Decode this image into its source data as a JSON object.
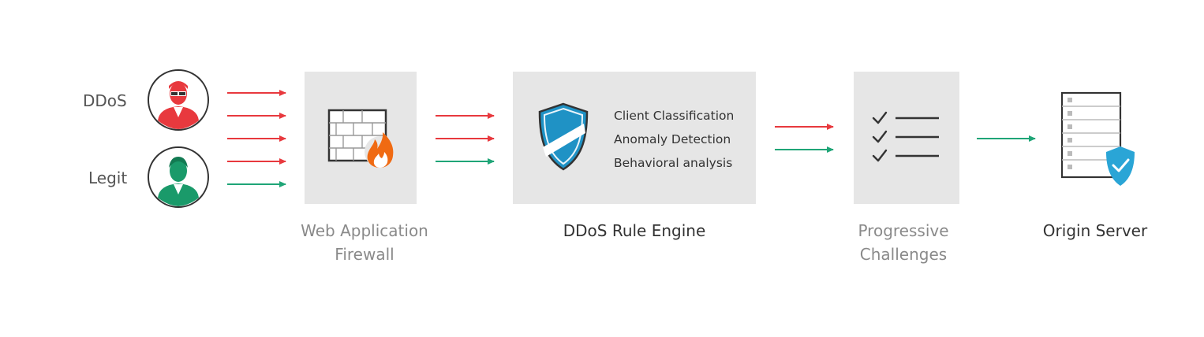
{
  "actors": [
    {
      "label": "DDoS",
      "color": "#e8393e"
    },
    {
      "label": "Legit",
      "color": "#1a9a6a"
    }
  ],
  "stages": {
    "waf": {
      "caption_line1": "Web Application",
      "caption_line2": "Firewall"
    },
    "rule_engine": {
      "caption": "DDoS Rule Engine",
      "features": [
        "Client Classification",
        "Anomaly Detection",
        "Behavioral analysis"
      ]
    },
    "challenges": {
      "caption_line1": "Progressive",
      "caption_line2": "Challenges"
    },
    "origin": {
      "caption": "Origin Server"
    }
  },
  "icons": {
    "ddos_user": "hacker-icon",
    "legit_user": "user-icon",
    "firewall": "firewall-icon",
    "shield": "shield-icon",
    "checklist": "checklist-icon",
    "server": "server-icon"
  },
  "colors": {
    "attack": "#e8393e",
    "legit": "#1fa577",
    "box": "#e6e6e6",
    "shield": "#1f92c5",
    "flame": "#f06a12"
  }
}
